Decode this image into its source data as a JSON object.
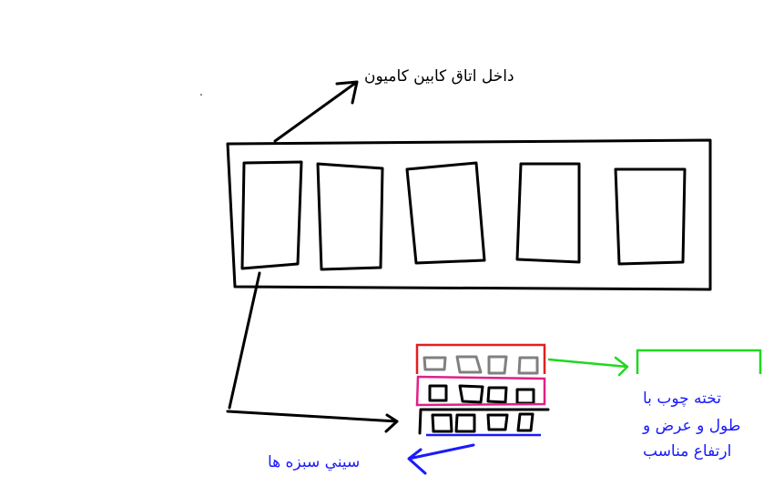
{
  "labels": {
    "cabin": "داخل اتاق كابين كاميون",
    "tray": "سيني سبزه ها",
    "board_line1": "تخته چوب با",
    "board_line2": "طول و عرض و",
    "board_line3": "ارتفاع مناسب"
  },
  "colors": {
    "ink": "#000000",
    "tray_label": "#1a1aff",
    "board_label": "#1a1aff",
    "red_frame": "#e02020",
    "pink_frame": "#e0208a",
    "blue_line": "#1a1aff",
    "green_arrow": "#1fd81f",
    "gray_squares": "#808080"
  }
}
